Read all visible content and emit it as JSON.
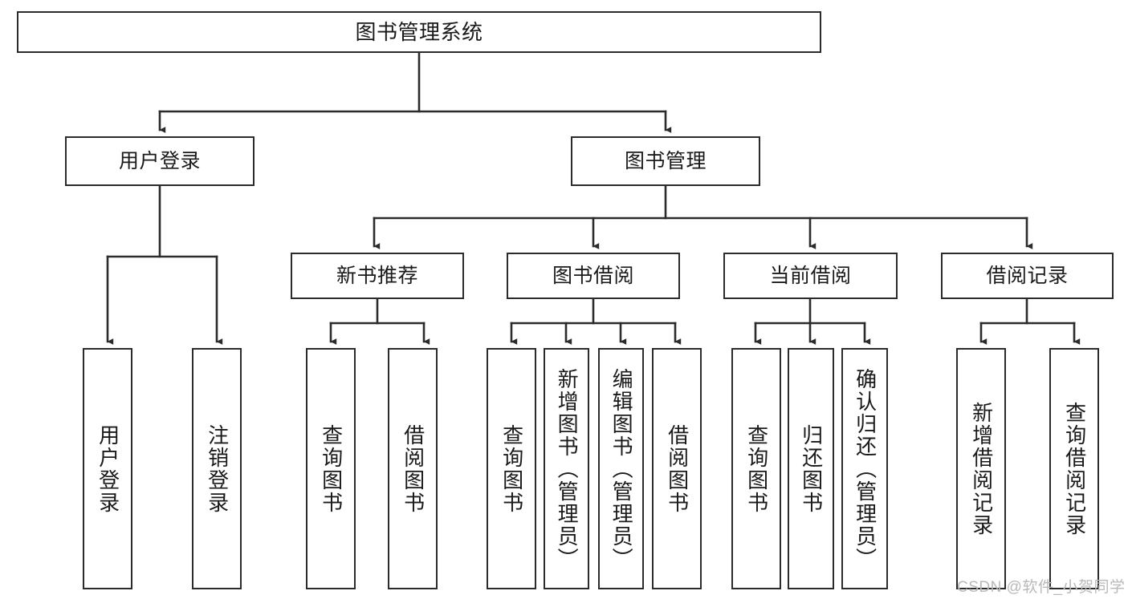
{
  "diagram": {
    "title": "图书管理系统",
    "level2": [
      {
        "id": "user-login",
        "label": "用户登录"
      },
      {
        "id": "book-management",
        "label": "图书管理"
      }
    ],
    "level3": [
      {
        "id": "new-book-recommend",
        "label": "新书推荐"
      },
      {
        "id": "book-borrow",
        "label": "图书借阅"
      },
      {
        "id": "current-borrow",
        "label": "当前借阅"
      },
      {
        "id": "borrow-record",
        "label": "借阅记录"
      }
    ],
    "leaves": [
      {
        "id": "leaf-user-login",
        "label": "用户登录"
      },
      {
        "id": "leaf-logout-login",
        "label": "注销登录"
      },
      {
        "id": "leaf-query-book-1",
        "label": "查询图书"
      },
      {
        "id": "leaf-borrow-book-1",
        "label": "借阅图书"
      },
      {
        "id": "leaf-query-book-2",
        "label": "查询图书"
      },
      {
        "id": "leaf-add-book",
        "label": "新增图书（管理员）"
      },
      {
        "id": "leaf-edit-book",
        "label": "编辑图书（管理员）"
      },
      {
        "id": "leaf-borrow-book-2",
        "label": "借阅图书"
      },
      {
        "id": "leaf-query-book-3",
        "label": "查询图书"
      },
      {
        "id": "leaf-return-book",
        "label": "归还图书"
      },
      {
        "id": "leaf-confirm-return",
        "label": "确认归还（管理员）"
      },
      {
        "id": "leaf-add-borrow-record",
        "label": "新增借阅记录"
      },
      {
        "id": "leaf-query-borrow-record",
        "label": "查询借阅记录"
      }
    ]
  },
  "watermark": {
    "text": "CSDN @软件_小贺同学"
  },
  "colors": {
    "stroke": "#2b2b2b",
    "background": "#ffffff",
    "watermark": "#b9b9b9"
  }
}
